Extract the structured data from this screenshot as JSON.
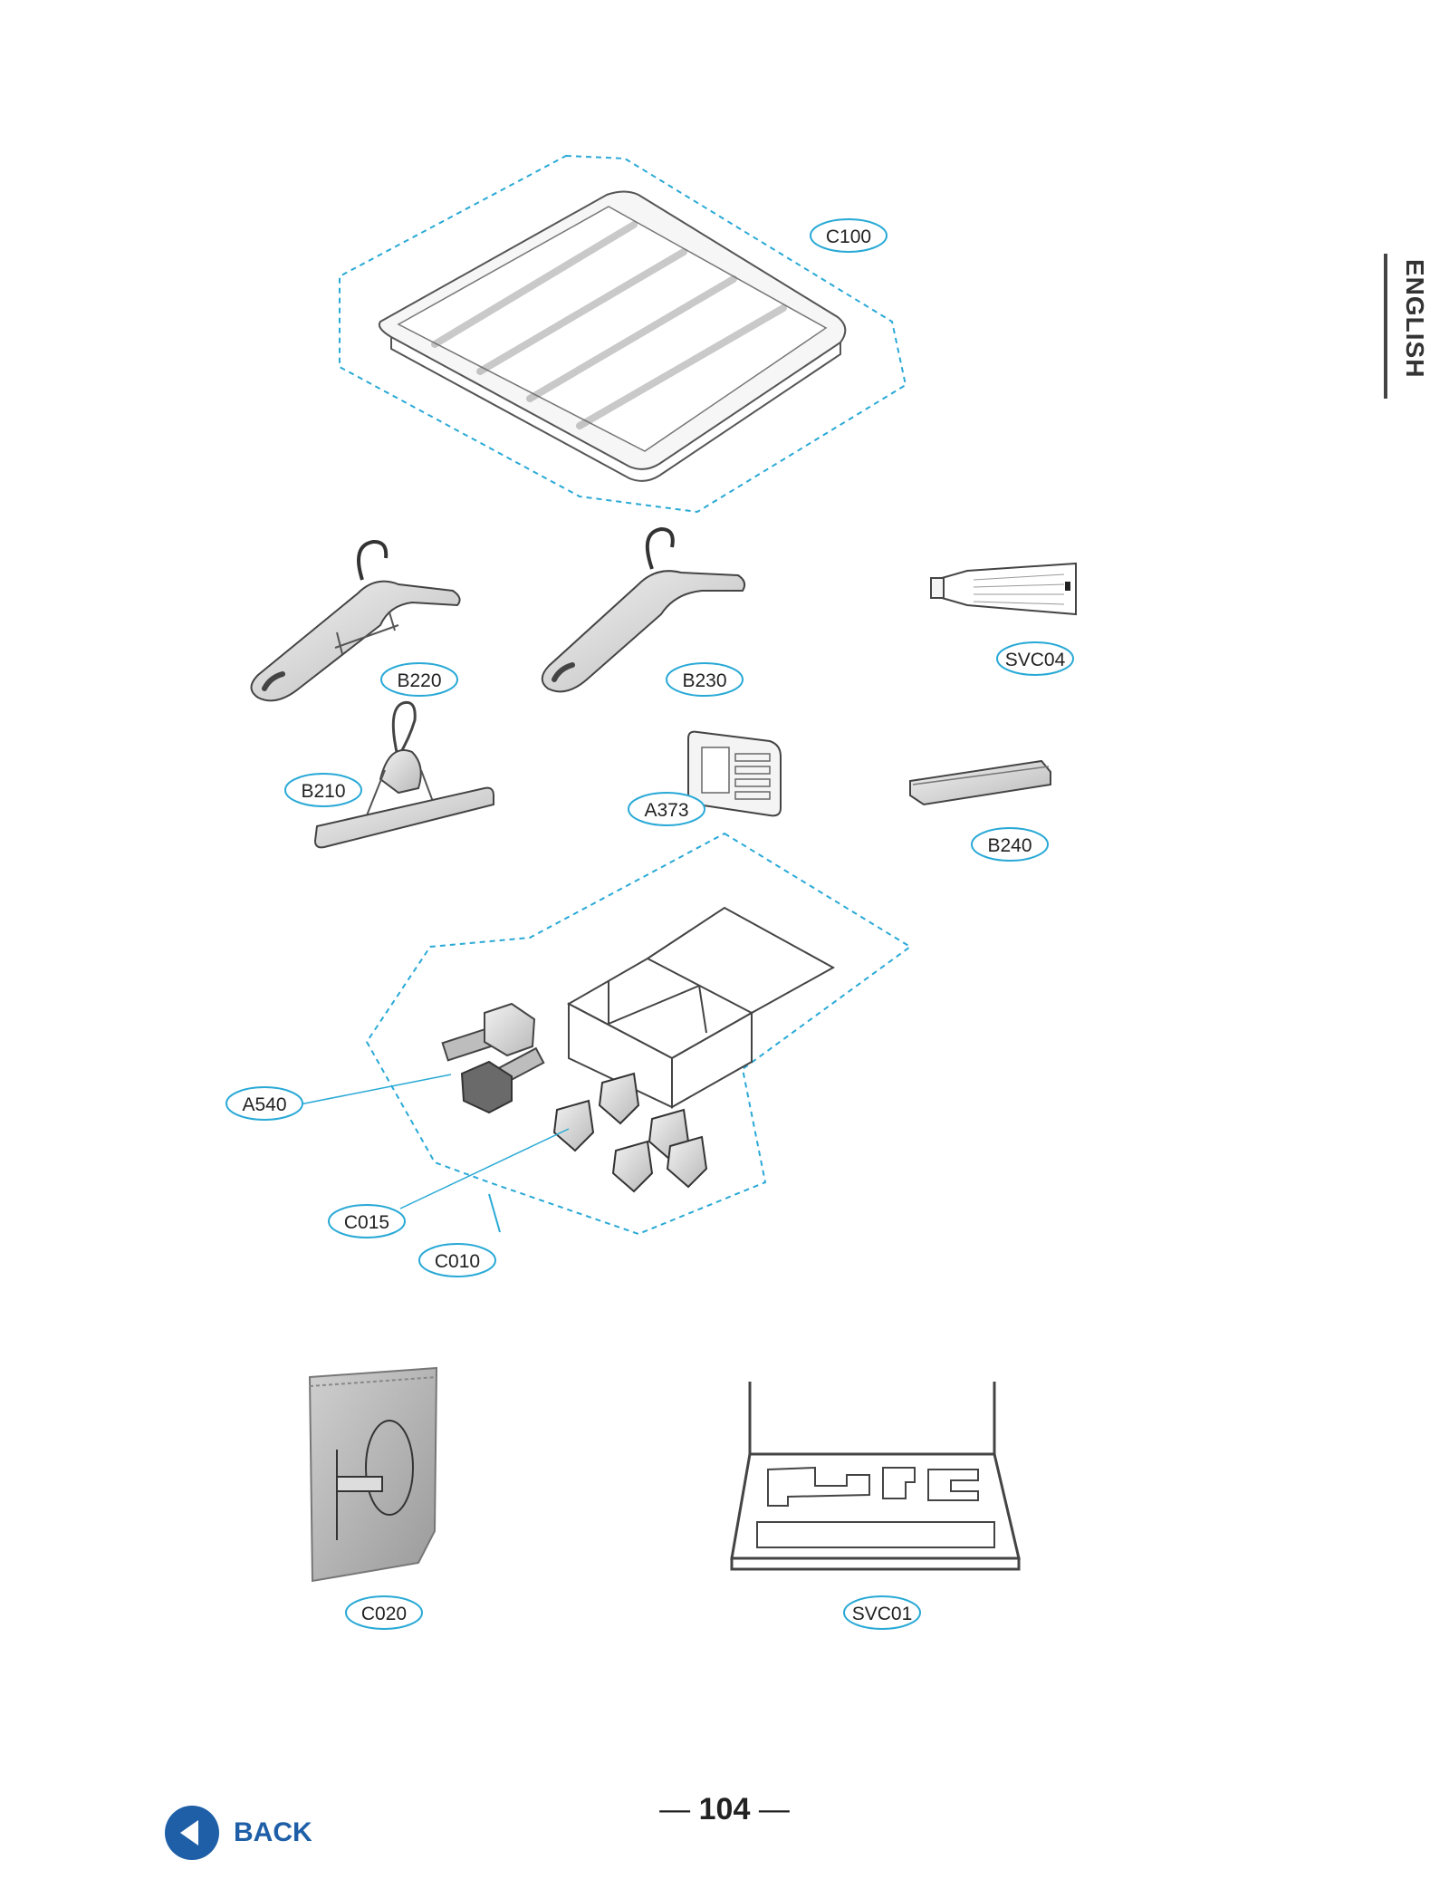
{
  "side_tab": {
    "language": "ENGLISH"
  },
  "footer": {
    "back_label": "BACK",
    "page_number": "104",
    "dash": "—"
  },
  "parts": {
    "c100": "C100",
    "b220": "B220",
    "b230": "B230",
    "svc04": "SVC04",
    "b210": "B210",
    "a373": "A373",
    "b240": "B240",
    "a540": "A540",
    "c015": "C015",
    "c010": "C010",
    "c020": "C020",
    "svc01": "SVC01"
  },
  "colors": {
    "callout": "#29a9d6",
    "back_button": "#1e5fa8",
    "line_art": "#444444"
  }
}
